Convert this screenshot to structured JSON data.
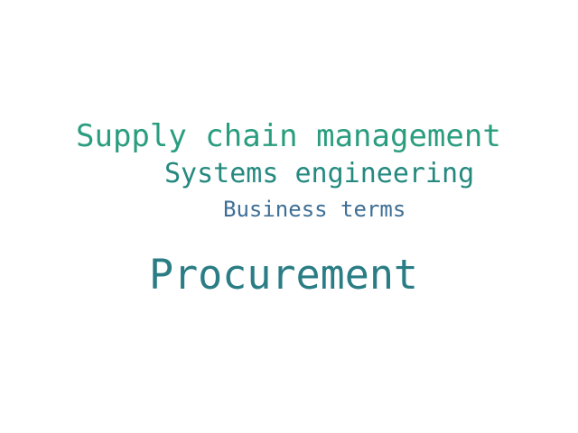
{
  "word_cloud": {
    "words": [
      {
        "text": "Supply chain management",
        "color": "#2a9d7f"
      },
      {
        "text": "Systems engineering",
        "color": "#25897f"
      },
      {
        "text": "Business terms",
        "color": "#3f6f95"
      },
      {
        "text": "Procurement",
        "color": "#2a7d84"
      }
    ]
  }
}
